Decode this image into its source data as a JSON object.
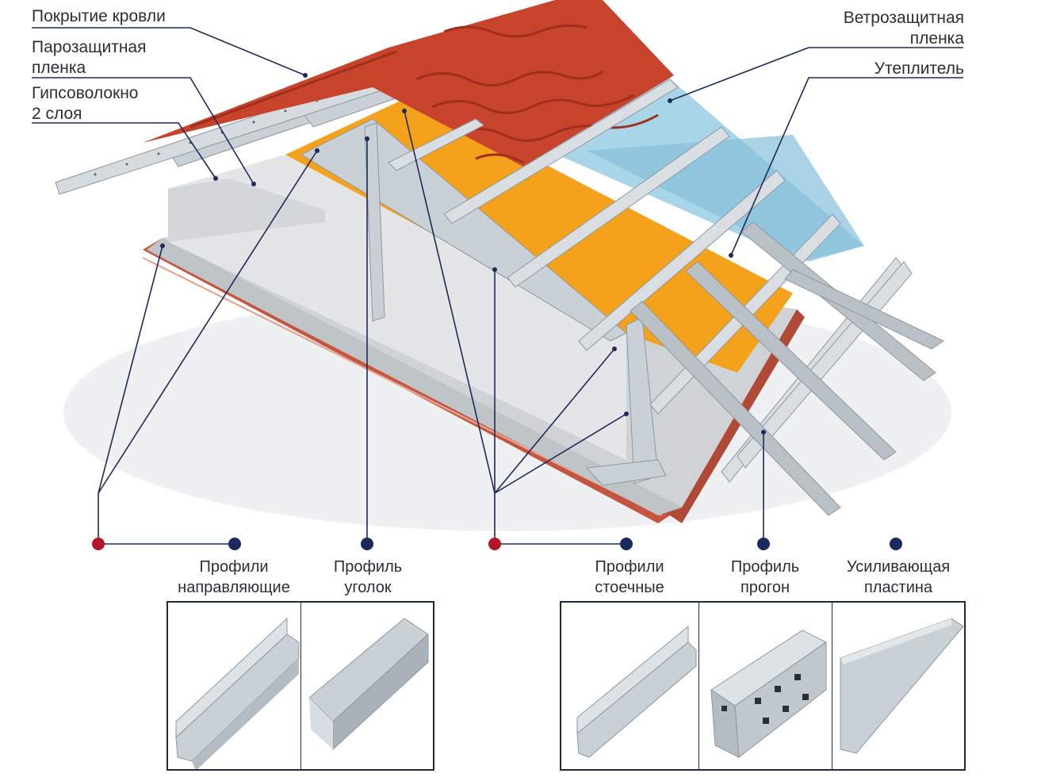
{
  "colors": {
    "roof_red": "#c8432b",
    "roof_red_dark": "#9e2f1d",
    "insulation": "#f4a11c",
    "membrane": "#9fd0e6",
    "steel": "#c9d0d6",
    "brick": "#c6553f",
    "leader": "#1f2a5a",
    "marker_red": "#b5152b",
    "marker_blue": "#1b2a5c"
  },
  "labels": {
    "roofing": "Покрытие кровли",
    "vapor": "Парозащитная\nпленка",
    "gypsum": "Гипсоволокно\n2 слоя",
    "wind": "Ветрозащитная\nпленка",
    "insulation": "Утеплитель"
  },
  "profiles": {
    "guide": "Профили\nнаправляющие",
    "angle": "Профиль\nуголок",
    "stud": "Профили\nстоечные",
    "purlin": "Профиль\nпрогон",
    "plate": "Усиливающая\nпластина"
  },
  "icons": {
    "marker": "circle-marker-icon"
  }
}
